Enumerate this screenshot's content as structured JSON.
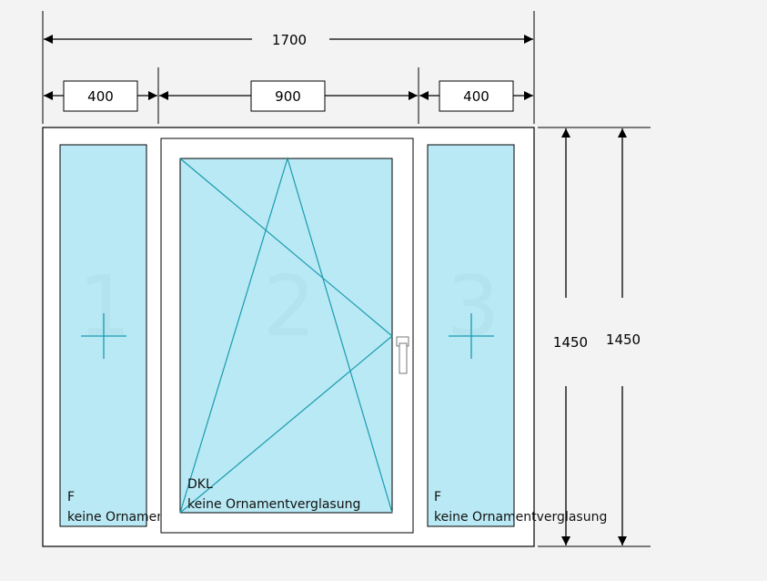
{
  "dimensions": {
    "total_width": "1700",
    "left_width": "400",
    "center_width": "900",
    "right_width": "400",
    "height_inner": "1450",
    "height_outer": "1450"
  },
  "panes": [
    {
      "number": "1",
      "type": "F",
      "glazing": "keine Ornamentverglasung"
    },
    {
      "number": "2",
      "type": "DKL",
      "glazing": "keine Ornamentverglasung"
    },
    {
      "number": "3",
      "type": "F",
      "glazing": "keine Ornamentverglasung"
    }
  ],
  "colors": {
    "glass": "#b9e9f4",
    "opening_lines": "#1a9bb0",
    "frame_fill": "#ffffff",
    "frame_stroke": "#000000",
    "pane_number": "#aedfe9"
  },
  "icons": {
    "fixed_mark": "plus-icon",
    "handle": "window-handle-icon"
  }
}
